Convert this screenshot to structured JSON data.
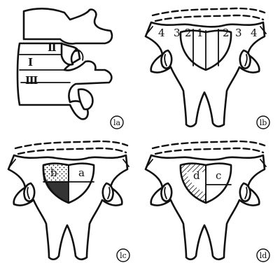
{
  "panels": [
    {
      "tag": "Ⓘa",
      "zones": [
        "Ⅱ",
        "Ⅰ",
        "Ⅲ"
      ]
    },
    {
      "tag": "Ⓘb",
      "zones": [
        "4",
        "3",
        "2",
        "1",
        "2",
        "3",
        "4"
      ]
    },
    {
      "tag": "Ⓘc",
      "zones": [
        "b",
        "a"
      ]
    },
    {
      "tag": "Ⓘd",
      "zones": [
        "d",
        "c"
      ]
    }
  ],
  "tag_text": [
    "la",
    "lb",
    "lc",
    "ld"
  ]
}
